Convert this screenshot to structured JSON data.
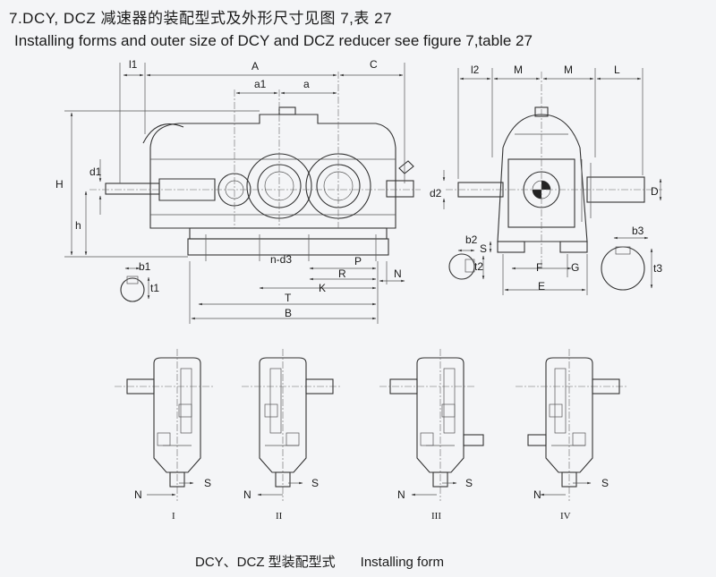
{
  "heading": {
    "title_cn": "7.DCY, DCZ 减速器的装配型式及外形尺寸见图 7,表 27",
    "title_en": "Installing forms and outer size of DCY and DCZ reducer see figure 7,table 27"
  },
  "dimensions": {
    "l1": "l1",
    "A": "A",
    "C": "C",
    "a1": "a1",
    "a": "a",
    "H": "H",
    "d1": "d1",
    "h": "h",
    "b1": "b1",
    "t1": "t1",
    "n_d3": "n-d3",
    "P": "P",
    "R": "R",
    "K": "K",
    "N": "N",
    "T": "T",
    "B": "B",
    "l2": "l2",
    "M_left": "M",
    "M_right": "M",
    "L": "L",
    "d2": "d2",
    "D": "D",
    "b2": "b2",
    "S": "S",
    "t2": "t2",
    "F": "F",
    "G": "G",
    "E": "E",
    "b3": "b3",
    "t3": "t3"
  },
  "install_forms": [
    {
      "numeral": "I",
      "n": "N",
      "s": "S"
    },
    {
      "numeral": "II",
      "n": "N",
      "s": "S"
    },
    {
      "numeral": "III",
      "n": "N",
      "s": "S"
    },
    {
      "numeral": "IV",
      "n": "N",
      "s": "S"
    }
  ],
  "caption": {
    "cn": "DCY、DCZ 型装配型式",
    "en": "Installing form"
  }
}
